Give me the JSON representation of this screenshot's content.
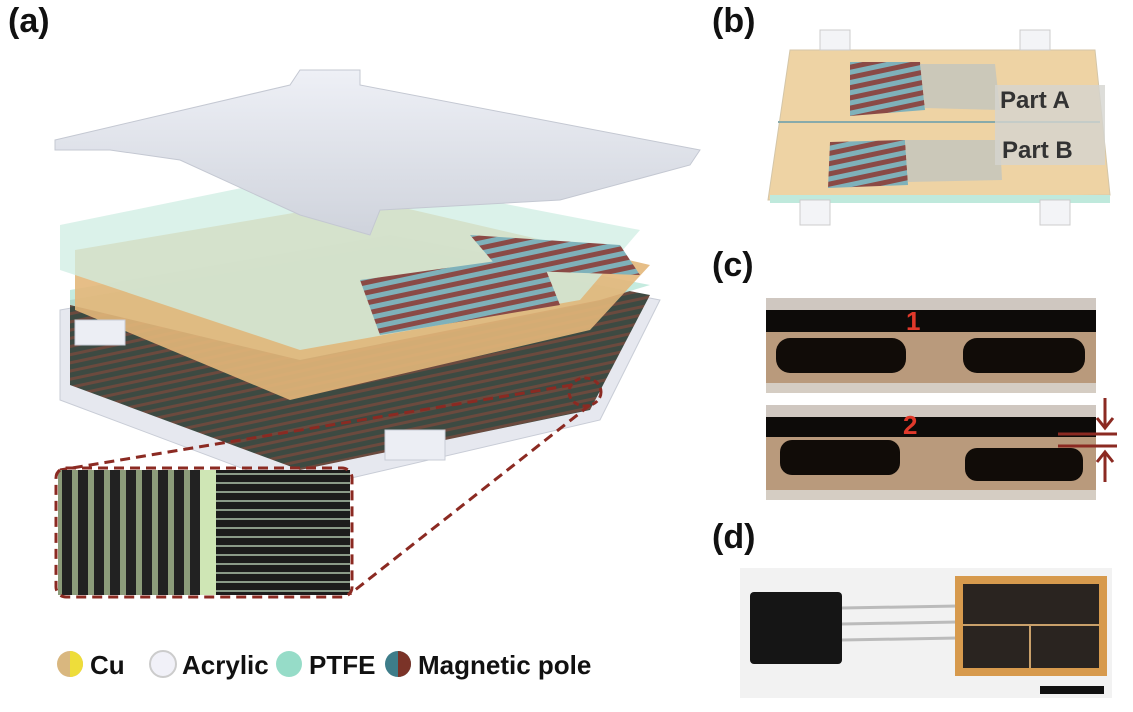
{
  "panels": {
    "a": "(a)",
    "b": "(b)",
    "c": "(c)",
    "d": "(d)"
  },
  "legend": [
    {
      "label": "Cu",
      "colors": [
        "#d9b77f",
        "#eedd3a"
      ]
    },
    {
      "label": "Acrylic",
      "colors": [
        "#f1f1f8",
        "#f1f1f8"
      ]
    },
    {
      "label": "PTFE",
      "colors": [
        "#96dcc8",
        "#96dcc8"
      ]
    },
    {
      "label": "Magnetic pole",
      "colors": [
        "#3e7d8a",
        "#7b3328"
      ]
    }
  ],
  "panel_b": {
    "part_a": "Part A",
    "part_b": "Part B"
  },
  "panel_c": {
    "frame_1": "1",
    "frame_2": "2"
  },
  "colors": {
    "dashed": "#8b2a22",
    "copper": "#e3b77a",
    "ptfe": "#bfe9dc",
    "acrylic": "#e6e8ef"
  }
}
